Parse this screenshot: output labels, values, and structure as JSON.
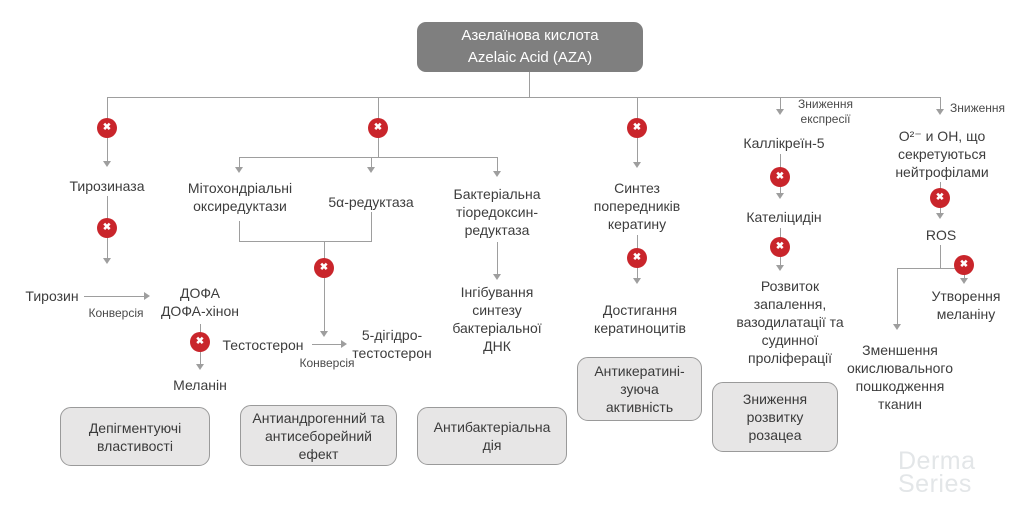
{
  "colors": {
    "accent_red": "#c9252b",
    "root_box_gray": "#7f7f7f",
    "line_gray": "#9e9e9e",
    "outcome_box_bg": "#e7e6e6",
    "watermark_gray": "#e3e6e8"
  },
  "icons": {
    "block": "✖"
  },
  "root": {
    "title_uk": "Азелаїнова кислота",
    "title_en": "Azelaic Acid (AZA)"
  },
  "pigment": {
    "enzyme": "Тирозиназа",
    "substrate": "Тирозин",
    "conversion": "Конверсія",
    "intermediate": "ДОФА\nДОФА-хінон",
    "product": "Меланін",
    "outcome": "Депігментуючі\nвластивості"
  },
  "sebum": {
    "enzyme_mito": "Мітохондріальні\nоксиредуктази",
    "enzyme_5a": "5α-редуктаза",
    "substrate": "Тестостерон",
    "conversion": "Конверсія",
    "product": "5-дігідро-\nтестостерон",
    "outcome": "Антиандрогенний та\nантисеборейний\nефект"
  },
  "bacteria": {
    "enzyme": "Бактеріальна\nтіоредоксин-\nредуктаза",
    "effect": "Інгібування\nсинтезу\nбактеріальної\nДНК",
    "outcome": "Антибактеріальна\nдія"
  },
  "keratin": {
    "process": "Синтез\nпопередників\nкератину",
    "effect": "Достигання\nкератиноцитів",
    "outcome": "Антикератині-\nзуюча\nактивність"
  },
  "rosacea": {
    "note": "Зниження\nекспресії",
    "kallikrein": "Каллікреїн-5",
    "cathelicidin": "Кателіцидін",
    "effect": "Розвиток\nзапалення,\nвазодилатації та\nсудинної\nпроліферації",
    "outcome": "Зниження\nрозвитку\nрозацеа"
  },
  "oxidative": {
    "note": "Зниження",
    "radicals": "O²⁻ и OH, що\nсекретуються\nнейтрофілами",
    "ros": "ROS",
    "melanin_effect": "Утворення\nмеланіну",
    "tissue_effect": "Зменшення\nокислювального\nпошкодження\nтканин"
  },
  "watermark": {
    "line1": "Derma",
    "line2": "Series"
  }
}
